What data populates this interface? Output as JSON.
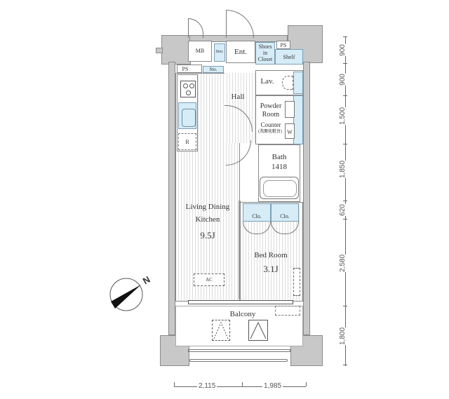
{
  "floorplan": {
    "rooms": {
      "mb": "MB",
      "ps_top": "PS",
      "ps_left": "PS",
      "entrance": "Ent.",
      "shoes_in_closet_1": "Shoes",
      "shoes_in_closet_2": "in",
      "shoes_in_closet_3": "Closet",
      "shelf": "Shelf",
      "storage": "Stor.",
      "sto_small": "Sto.",
      "lavatory": "Lav.",
      "hall": "Hall",
      "powder_room_1": "Powder",
      "powder_room_2": "Room",
      "counter": "Counter",
      "counter_note": "(洗面化粧台)",
      "washer": "W",
      "bath": "Bath",
      "bath_size": "1418",
      "ldk_1": "Living Dining",
      "ldk_2": "Kitchen",
      "ldk_size": "9.5J",
      "refrigerator": "R",
      "closet_1": "Clo.",
      "closet_2": "Clo.",
      "bedroom": "Bed Room",
      "bedroom_size": "3.1J",
      "ac": "AC",
      "balcony": "Balcony"
    },
    "compass": {
      "label": "N"
    },
    "dimensions_right": [
      "900",
      "900",
      "1,500",
      "1,850",
      "620",
      "2,580",
      "1,800"
    ],
    "dimensions_bottom": [
      "2,115",
      "1,985"
    ]
  }
}
